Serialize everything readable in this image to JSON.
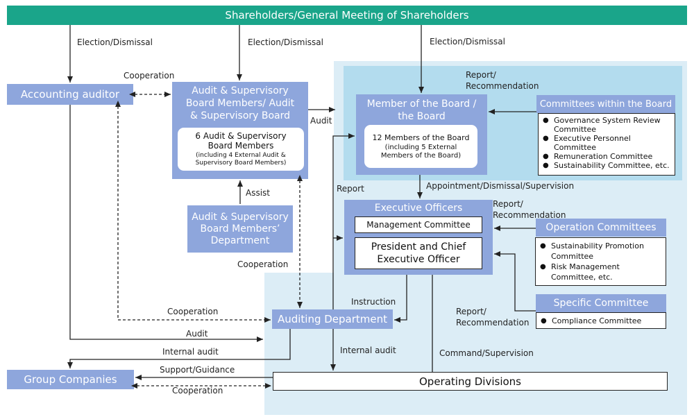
{
  "title": "Shareholders/General Meeting of Shareholders",
  "nodes": {
    "accounting_auditor": "Accounting auditor",
    "asb_title": "Audit & Supervisory Board Members/ Audit & Supervisory Board",
    "asb_inner_line1": "6 Audit & Supervisory Board Members",
    "asb_inner_line2": "(including 4 External Audit & Supervisory  Board Members)",
    "asb_dept": "Audit & Supervisory Board Members’ Department",
    "board_title": "Member of the Board / the Board",
    "board_inner_line1": "12 Members of the Board",
    "board_inner_line2": "(including 5 External Members of the Board)",
    "committees_board_title": "Committees within the Board",
    "committees_board_items": [
      "Governance System Review Committee",
      "Executive Personnel Committee",
      "Remuneration Committee",
      "Sustainability Committee, etc."
    ],
    "exec_officers": "Executive Officers",
    "mgmt_committee": "Management Committee",
    "president": "President and Chief Executive Officer",
    "operation_committees_title": "Operation Committees",
    "operation_committees_items": [
      "Sustainability Promotion Committee",
      "Risk Management Committee, etc."
    ],
    "specific_committee_title": "Specific Committee",
    "specific_committee_items": [
      "Compliance Committee"
    ],
    "auditing_dept": "Auditing Department",
    "group_companies": "Group Companies",
    "operating_divisions": "Operating Divisions"
  },
  "labels": {
    "election1": "Election/Dismissal",
    "election2": "Election/Dismissal",
    "election3": "Election/Dismissal",
    "cooperation_top": "Cooperation",
    "audit_to_board": "Audit",
    "report_recommendation_top": "Report/ Recommendation",
    "report_left": "Report",
    "appointment": "Appointment/Dismissal/Supervision",
    "assist": "Assist",
    "report_recommendation_mid": "Report/ Recommendation",
    "cooperation_mid": "Cooperation",
    "cooperation_left": "Cooperation",
    "instruction": "Instruction",
    "report_recommendation_low": "Report/ Recommendation",
    "audit_bottom": "Audit",
    "internal_audit_left": "Internal audit",
    "internal_audit_right": "Internal audit",
    "command_supervision": "Command/Supervision",
    "support_guidance": "Support/Guidance",
    "cooperation_bottom": "Cooperation"
  },
  "colors": {
    "header": "#1aa58a",
    "node": "#8ea6dc",
    "zone_light": "#dcedf6",
    "zone_dark": "#b3dcee"
  }
}
